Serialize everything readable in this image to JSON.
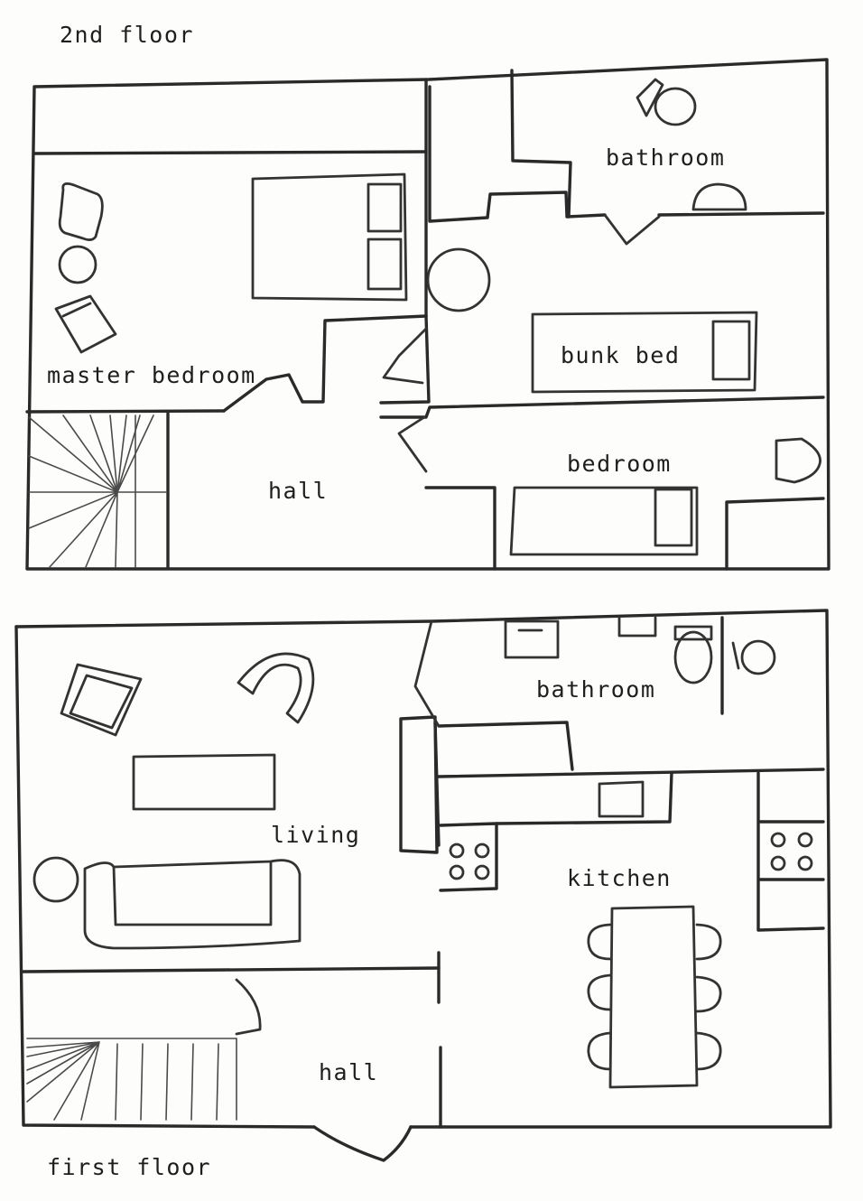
{
  "floors": [
    {
      "title": "2nd floor",
      "rooms": [
        "master bedroom",
        "bathroom",
        "bunk bed",
        "bedroom",
        "hall"
      ]
    },
    {
      "title": "first floor",
      "rooms": [
        "bathroom",
        "living",
        "kitchen",
        "hall"
      ]
    }
  ]
}
